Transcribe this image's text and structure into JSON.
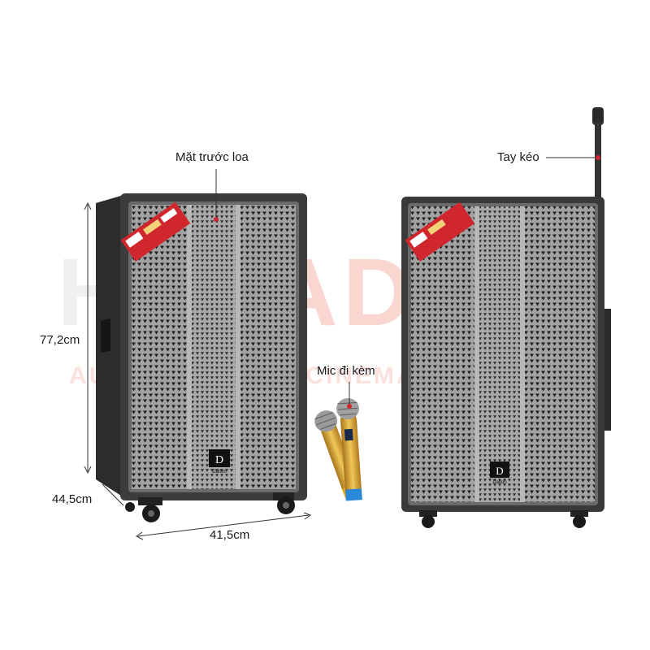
{
  "watermark": {
    "prefix": "HT",
    "main": "RADIO",
    "tagline": "AUDIO - VIDEO - CINEMA - KARAOKE"
  },
  "labels": {
    "front": "Mặt trước loa",
    "handle": "Tay kéo",
    "mic": "Mic đi kèm",
    "height": "77,2cm",
    "depth": "44,5cm",
    "width": "41,5cm"
  },
  "brand": "Dalton",
  "colors": {
    "cabinet": "#3a3a3a",
    "grille": "#9b9b9b",
    "mic_gold": "#d9a431",
    "accent_red": "#d0262e"
  }
}
